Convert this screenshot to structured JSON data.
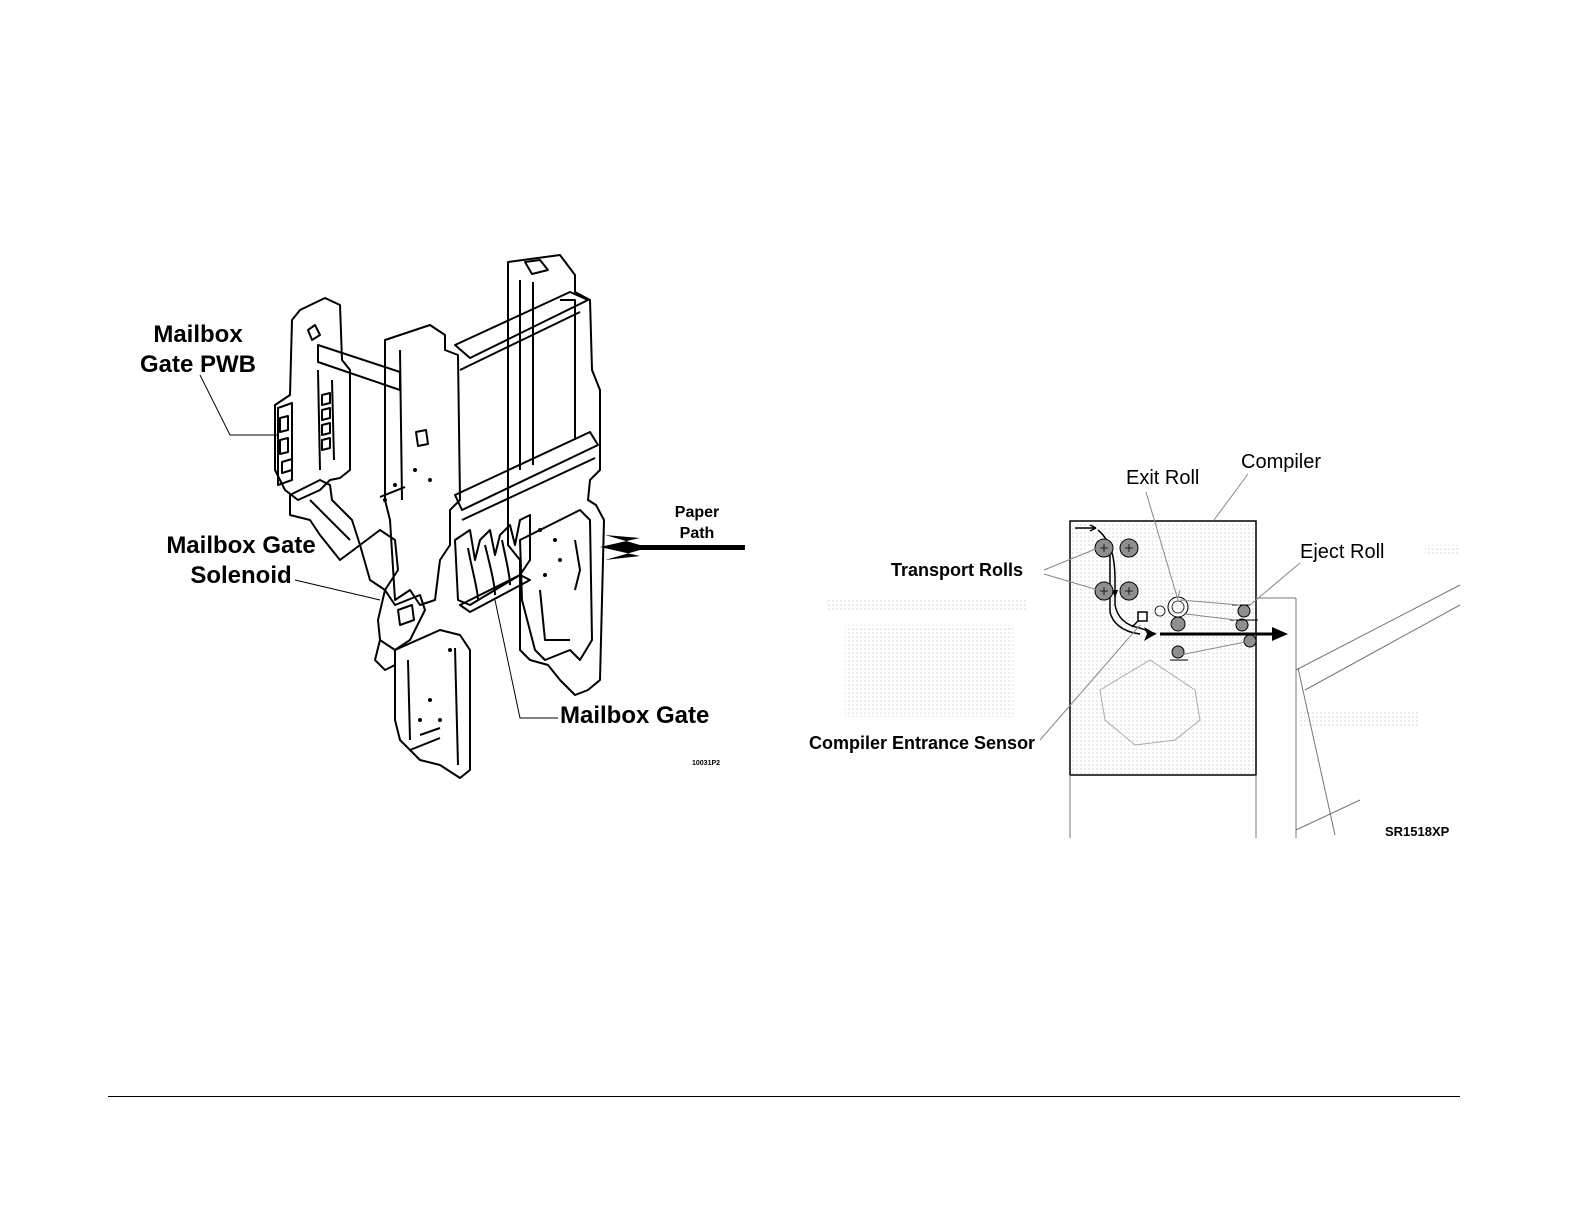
{
  "left_figure": {
    "labels": {
      "mailbox_gate_pwb_line1": "Mailbox",
      "mailbox_gate_pwb_line2": "Gate PWB",
      "mailbox_gate_solenoid_line1": "Mailbox Gate",
      "mailbox_gate_solenoid_line2": "Solenoid",
      "mailbox_gate": "Mailbox Gate",
      "paper_path_line1": "Paper",
      "paper_path_line2": "Path"
    },
    "figure_id": "10031P2"
  },
  "right_figure": {
    "labels": {
      "exit_roll": "Exit Roll",
      "compiler": "Compiler",
      "transport_rolls": "Transport Rolls",
      "eject_roll": "Eject Roll",
      "compiler_entrance_sensor": "Compiler Entrance Sensor"
    },
    "figure_id": "SR1518XP"
  }
}
